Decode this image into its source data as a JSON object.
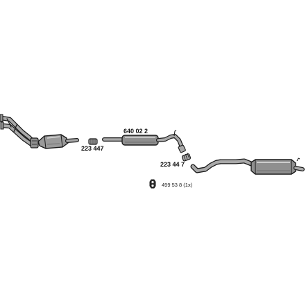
{
  "diagram": {
    "part_numbers": {
      "front_clamp": "223 447",
      "middle_silencer": "640 02 2",
      "rear_clamp": "223 44 7",
      "rubber_mount": "499 53 8 (1x)"
    },
    "colors": {
      "outline": "#1a1a1a",
      "pipe_fill": "#a9a9a9",
      "body_fill": "#8f8f8f",
      "highlight": "#d6d6d6"
    }
  }
}
